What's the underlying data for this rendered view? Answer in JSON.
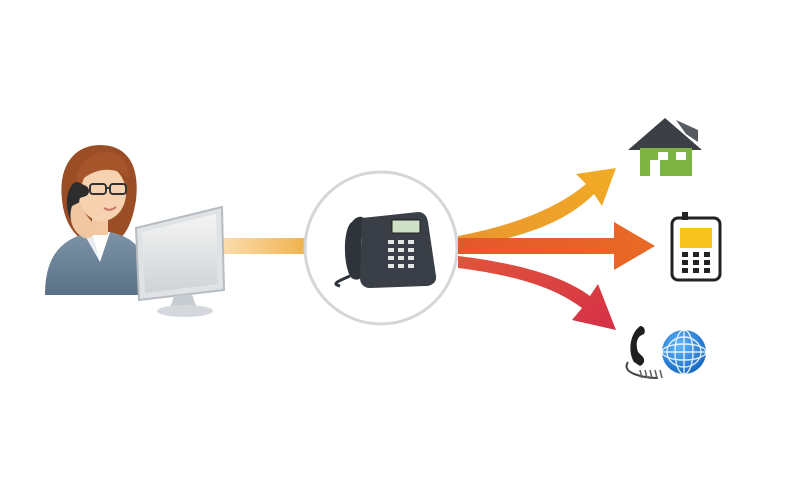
{
  "diagram": {
    "nodes": [
      {
        "id": "agent",
        "icon": "person-with-phone-icon",
        "label": ""
      },
      {
        "id": "computer",
        "icon": "computer-monitor-icon",
        "label": ""
      },
      {
        "id": "ip-phone",
        "icon": "desk-ip-phone-icon",
        "label": ""
      },
      {
        "id": "home",
        "icon": "house-icon",
        "label": ""
      },
      {
        "id": "mobile",
        "icon": "mobile-phone-icon",
        "label": ""
      },
      {
        "id": "internet-phone",
        "icon": "globe-phone-icon",
        "label": ""
      }
    ],
    "connections": [
      {
        "from": "computer",
        "to": "ip-phone",
        "color": "#f0b24a"
      },
      {
        "from": "ip-phone",
        "to": "home",
        "color": "#ec9f2c"
      },
      {
        "from": "ip-phone",
        "to": "mobile",
        "color": "#e4632b"
      },
      {
        "from": "ip-phone",
        "to": "internet-phone",
        "color": "#d93c45"
      }
    ],
    "colors": {
      "circle_border": "#d8d8d8",
      "house_green": "#7cb342",
      "globe_blue": "#1e88e5",
      "phone_dark": "#3a3f47",
      "mobile_yellow": "#f6c21c"
    }
  }
}
